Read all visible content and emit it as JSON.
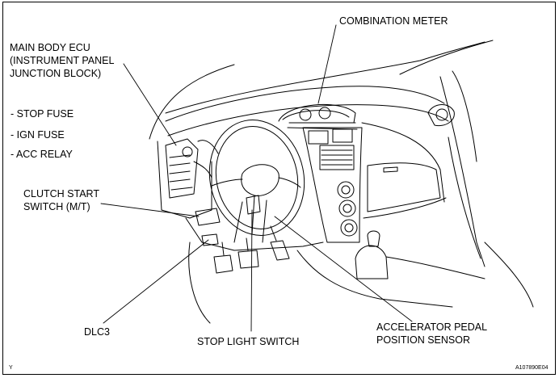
{
  "labels": {
    "combination_meter": "COMBINATION METER",
    "main_body_ecu_1": "MAIN BODY ECU",
    "main_body_ecu_2": "(INSTRUMENT PANEL",
    "main_body_ecu_3": "JUNCTION BLOCK)",
    "stop_fuse": "- STOP FUSE",
    "ign_fuse": "- IGN FUSE",
    "acc_relay": "- ACC RELAY",
    "clutch_start_1": "CLUTCH START",
    "clutch_start_2": "SWITCH (M/T)",
    "dlc3": "DLC3",
    "stop_light_switch": "STOP LIGHT SWITCH",
    "accel_sensor_1": "ACCELERATOR PEDAL",
    "accel_sensor_2": "POSITION SENSOR",
    "corner_left": "Y",
    "figure_code": "A107890E04"
  }
}
